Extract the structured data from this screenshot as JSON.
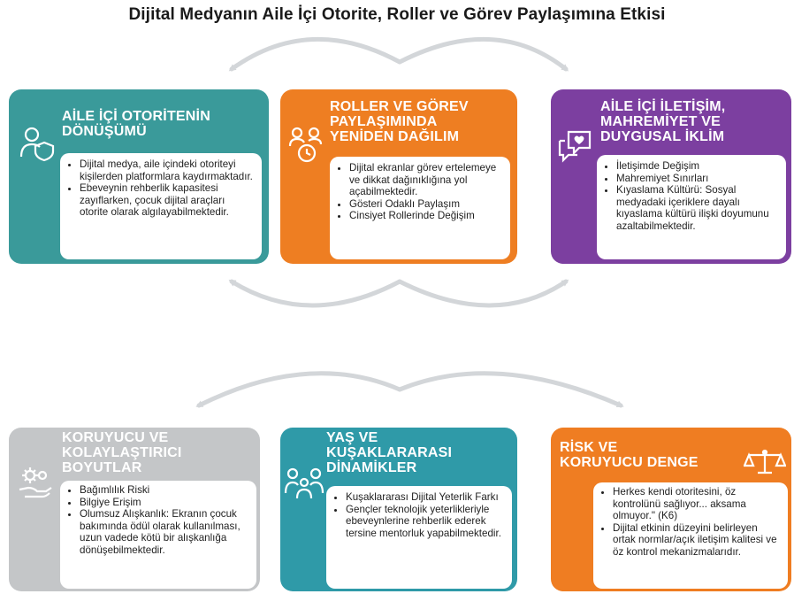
{
  "title": "Dijital Medyanın Aile İçi Otorite, Roller ve Görev Paylaşımına Etkisi",
  "colors": {
    "teal": "#3a9a9a",
    "orange": "#ee7e22",
    "purple": "#7c3fa0",
    "gray": "#c4c6c8",
    "teal_alt": "#2f9aa8",
    "arrow": "#d3d6d9"
  },
  "cards": [
    {
      "heading": [
        "AİLE İÇİ OTORİTENİN",
        "DÖNÜŞÜMÜ"
      ],
      "icon": "person-shield-icon",
      "bullets": [
        "Dijital medya, aile içindeki otoriteyi kişilerden platformlara kaydırmaktadır.",
        "Ebeveynin rehberlik kapasitesi zayıflarken, çocuk dijital araçları otorite olarak algılayabilmektedir."
      ]
    },
    {
      "heading": [
        "ROLLER VE GÖREV",
        "PAYLAŞIMINDA",
        "YENİDEN DAĞILIM"
      ],
      "icon": "people-clock-icon",
      "bullets": [
        "Dijital ekranlar görev ertelemeye ve dikkat dağınıklığına yol açabilmektedir.",
        "Gösteri Odaklı Paylaşım",
        "Cinsiyet Rollerinde Değişim"
      ]
    },
    {
      "heading": [
        "AİLE İÇİ İLETİŞİM,",
        "MAHREMİYET VE",
        "DUYGUSAL İKLİM"
      ],
      "icon": "chat-heart-icon",
      "bullets": [
        "İletişimde Değişim",
        "Mahremiyet Sınırları",
        "Kıyaslama Kültürü: Sosyal medyadaki içeriklere dayalı kıyaslama kültürü ilişki doyumunu azaltabilmektedir."
      ]
    },
    {
      "heading": [
        "KORUYUCU VE",
        "KOLAYLAŞTIRICI",
        "BOYUTLAR"
      ],
      "icon": "gears-hand-icon",
      "bullets": [
        "Bağımlılık Riski",
        "Bilgiye Erişim",
        "Olumsuz Alışkanlık: Ekranın çocuk bakımında ödül olarak kullanılması, uzun vadede kötü bir alışkanlığa dönüşebilmektedir."
      ]
    },
    {
      "heading": [
        "YAŞ VE",
        "KUŞAKLARARASI",
        "DİNAMİKLER"
      ],
      "icon": "family-icon",
      "bullets": [
        "Kuşaklararası Dijital Yeterlik Farkı",
        "Gençler teknolojik yeterlikleriyle ebeveynlerine rehberlik ederek tersine mentorluk yapabilmektedir."
      ]
    },
    {
      "heading": [
        "RİSK VE",
        "KORUYUCU DENGE"
      ],
      "icon": "balance-scale-icon",
      "bullets": [
        "Herkes kendi otoritesini, öz kontrolünü sağlıyor... aksama olmuyor.\" (K6)",
        "Dijital etkinin düzeyini belirleyen ortak normlar/açık iletişim kalitesi ve öz kontrol mekanizmalarıdır."
      ]
    }
  ]
}
